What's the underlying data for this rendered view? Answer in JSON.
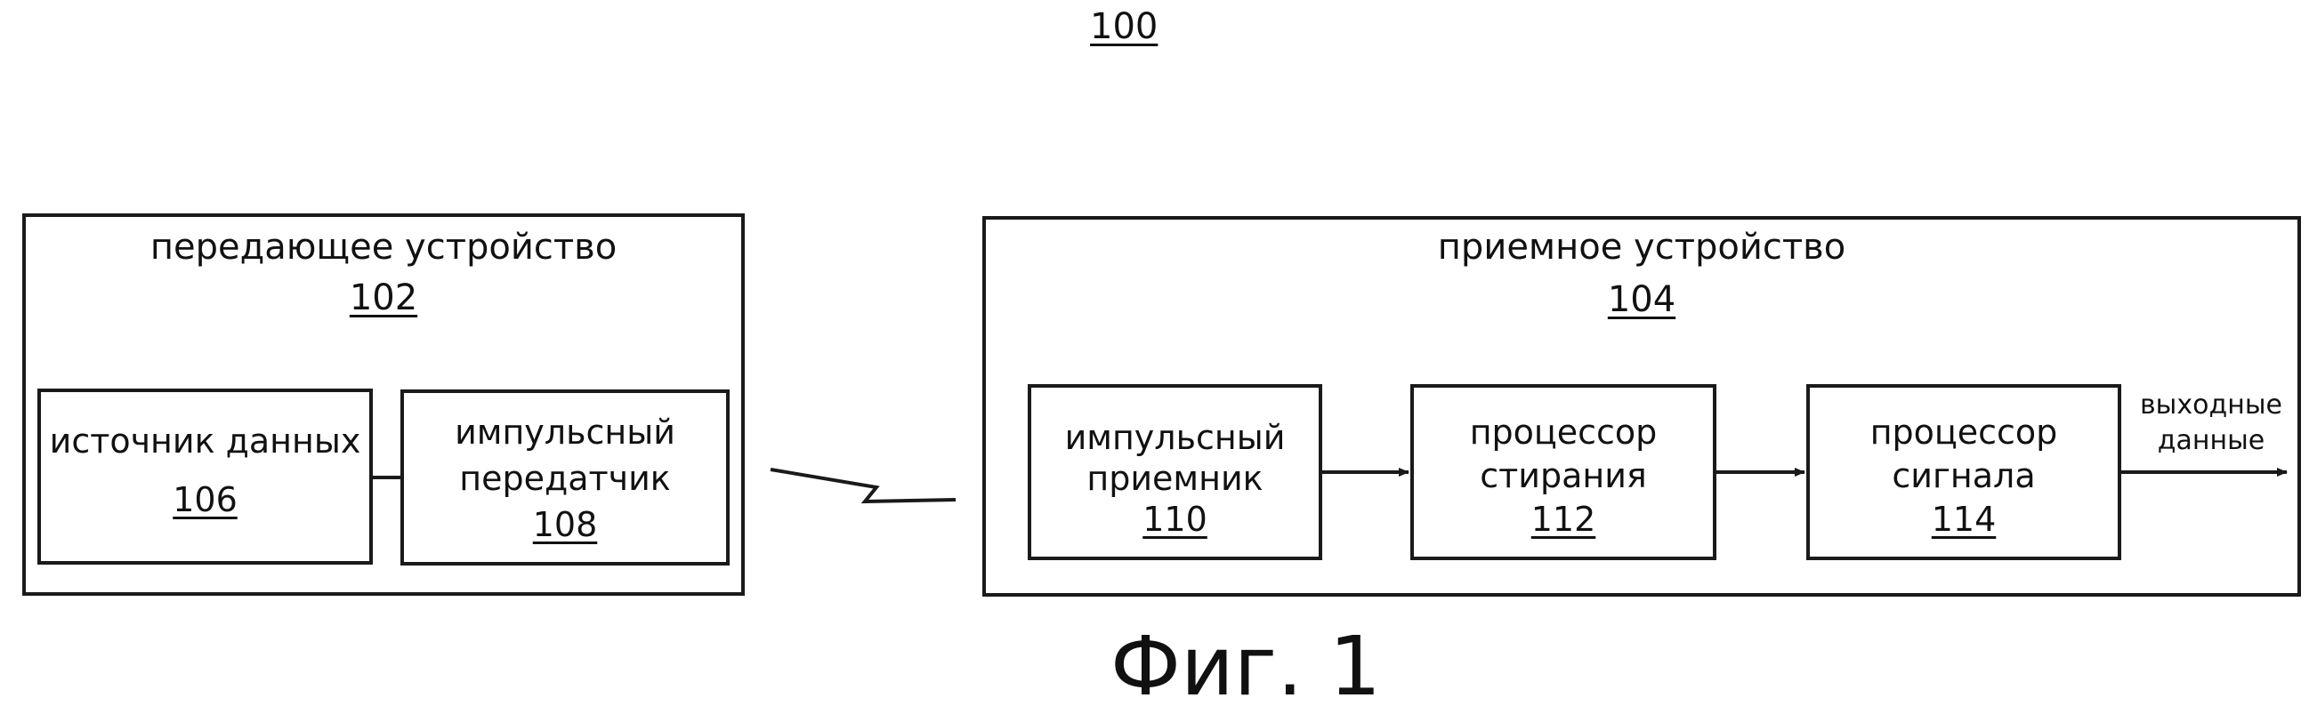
{
  "figure": {
    "ref": "100",
    "caption": "Фиг. 1"
  },
  "transmitter": {
    "title": "передающее устройство",
    "ref": "102",
    "data_source": {
      "label": "источник данных",
      "ref": "106"
    },
    "pulse_transmitter": {
      "label_line1": "импульсный",
      "label_line2": "передатчик",
      "ref": "108"
    }
  },
  "receiver": {
    "title": "приемное устройство",
    "ref": "104",
    "pulse_receiver": {
      "label_line1": "импульсный",
      "label_line2": "приемник",
      "ref": "110"
    },
    "erasure_processor": {
      "label_line1": "процессор",
      "label_line2": "стирания",
      "ref": "112"
    },
    "signal_processor": {
      "label_line1": "процессор",
      "label_line2": "сигнала",
      "ref": "114"
    },
    "output": {
      "label_line1": "выходные",
      "label_line2": "данные"
    }
  }
}
